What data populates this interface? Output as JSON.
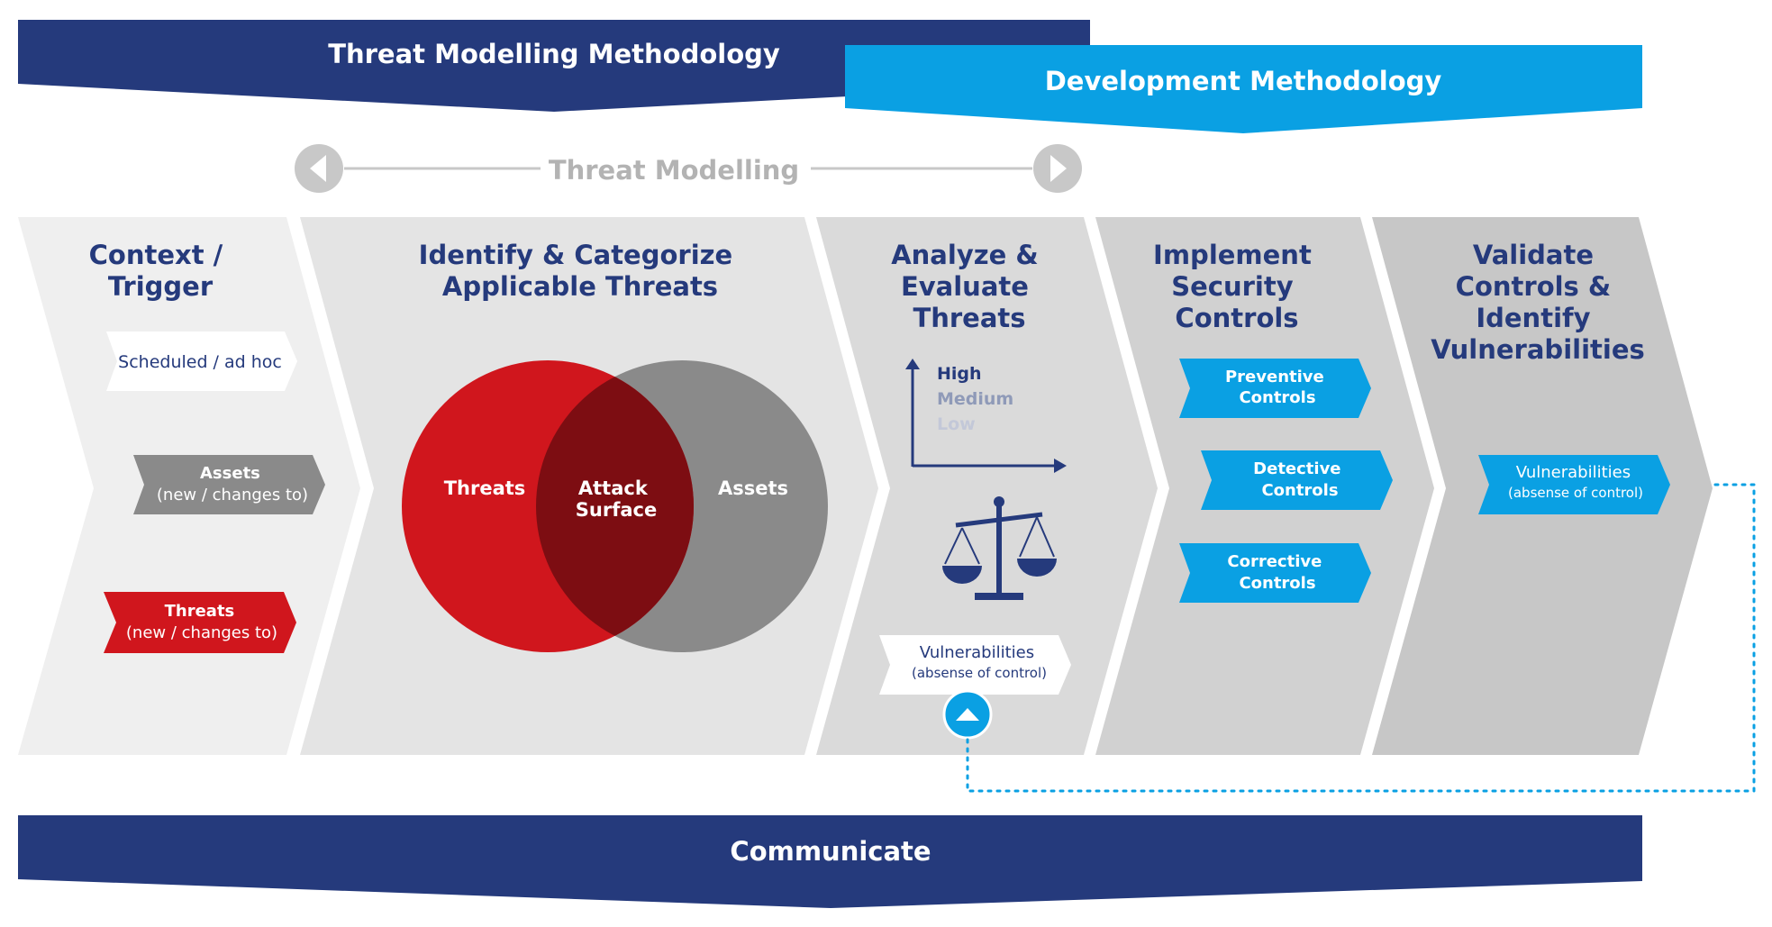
{
  "colors": {
    "navy": "#253a7c",
    "sky": "#0aa0e3",
    "red": "#d0161d",
    "grey": "#8a8a8a",
    "dark_red": "#7d0d12",
    "light_grey_text": "#b3b3b3",
    "medium_text": "#8f9ab8",
    "low_text": "#c3c8d8",
    "stage_fills": [
      "#efefef",
      "#e4e4e4",
      "#dadada",
      "#d1d1d1",
      "#c7c7c7"
    ]
  },
  "banners": {
    "threat_methodology": "Threat Modelling Methodology",
    "development_methodology": "Development Methodology",
    "communicate": "Communicate"
  },
  "threat_modelling_label": "Threat Modelling",
  "nav_icons": [
    "chevron-left-icon",
    "chevron-right-icon"
  ],
  "stages": [
    {
      "title": [
        "Context /",
        "Trigger"
      ]
    },
    {
      "title": [
        "Identify & Categorize",
        "Applicable Threats"
      ]
    },
    {
      "title": [
        "Analyze &",
        "Evaluate",
        "Threats"
      ]
    },
    {
      "title": [
        "Implement",
        "Security",
        "Controls"
      ]
    },
    {
      "title": [
        "Validate",
        "Controls &",
        "Identify",
        "Vulnerabilities"
      ]
    }
  ],
  "context": {
    "scheduled": "Scheduled / ad hoc",
    "assets": {
      "title": "Assets",
      "sub": "(new / changes to)"
    },
    "threats": {
      "title": "Threats",
      "sub": "(new / changes to)"
    }
  },
  "venn": {
    "left": "Threats",
    "overlap": [
      "Attack",
      "Surface"
    ],
    "right": "Assets"
  },
  "analyze": {
    "levels": [
      "High",
      "Medium",
      "Low"
    ],
    "scale_icon": "balance-scale-icon",
    "vulnerabilities": {
      "title": "Vulnerabilities",
      "sub": "(absense of control)"
    },
    "up_icon": "triangle-up-icon"
  },
  "controls": [
    [
      "Preventive",
      "Controls"
    ],
    [
      "Detective",
      "Controls"
    ],
    [
      "Corrective",
      "Controls"
    ]
  ],
  "validate": {
    "vulnerabilities": {
      "title": "Vulnerabilities",
      "sub": "(absense of control)"
    }
  }
}
